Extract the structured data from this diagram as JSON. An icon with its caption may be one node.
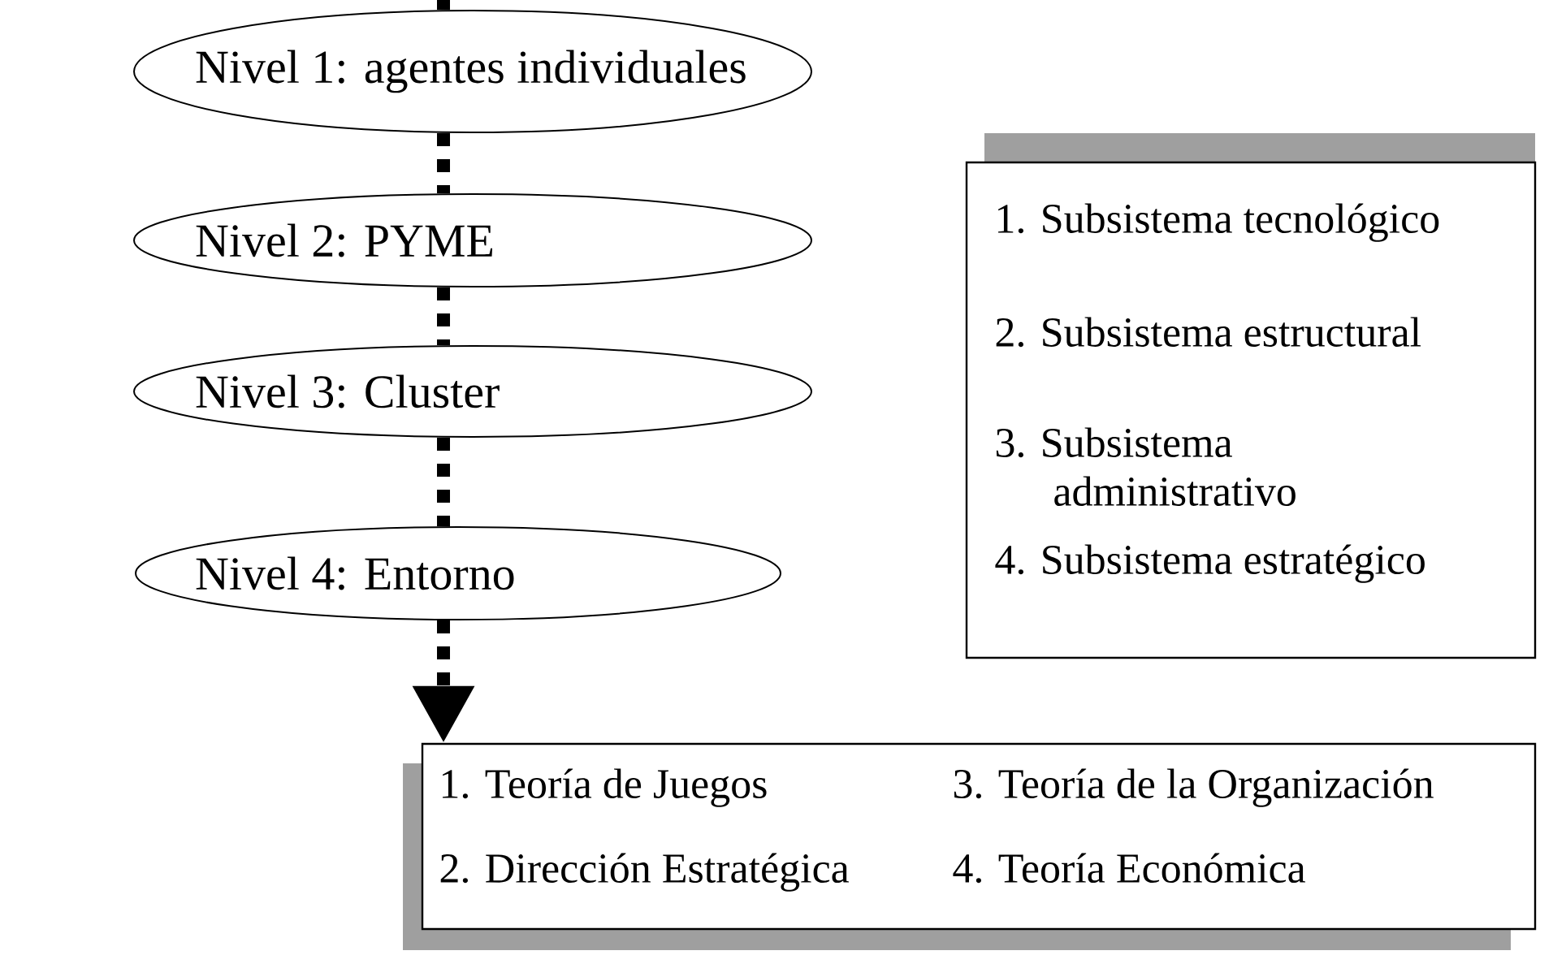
{
  "diagram": {
    "nodes": [
      {
        "text": [
          "Nivel 1: agentes individuales"
        ]
      },
      {
        "text": [
          "Nivel 2: PYME"
        ]
      },
      {
        "text": [
          "Nivel 3: Cluster"
        ]
      },
      {
        "text": [
          "Nivel 4: Entorno"
        ]
      },
      {
        "text": [
          "1. Subsistema tecnológico",
          "2. Subsistema estructural",
          "3. Subsistema administrativo",
          "4. Subsistema estratégico"
        ]
      },
      {
        "text": [
          "1. Teoría de Juegos",
          "3. Teoría de la Organización",
          "2. Dirección Estratégica",
          "4. Teoría Económica"
        ]
      }
    ],
    "edges": [
      {
        "from": null,
        "to": 0,
        "arrow": "none",
        "style": "dashed"
      },
      {
        "from": 0,
        "to": 1,
        "arrow": "none",
        "style": "dashed"
      },
      {
        "from": 1,
        "to": 2,
        "arrow": "none",
        "style": "dashed"
      },
      {
        "from": 2,
        "to": 3,
        "arrow": "none",
        "style": "dashed"
      },
      {
        "from": 3,
        "to": 5,
        "arrow": "to",
        "style": "dashed"
      }
    ]
  }
}
